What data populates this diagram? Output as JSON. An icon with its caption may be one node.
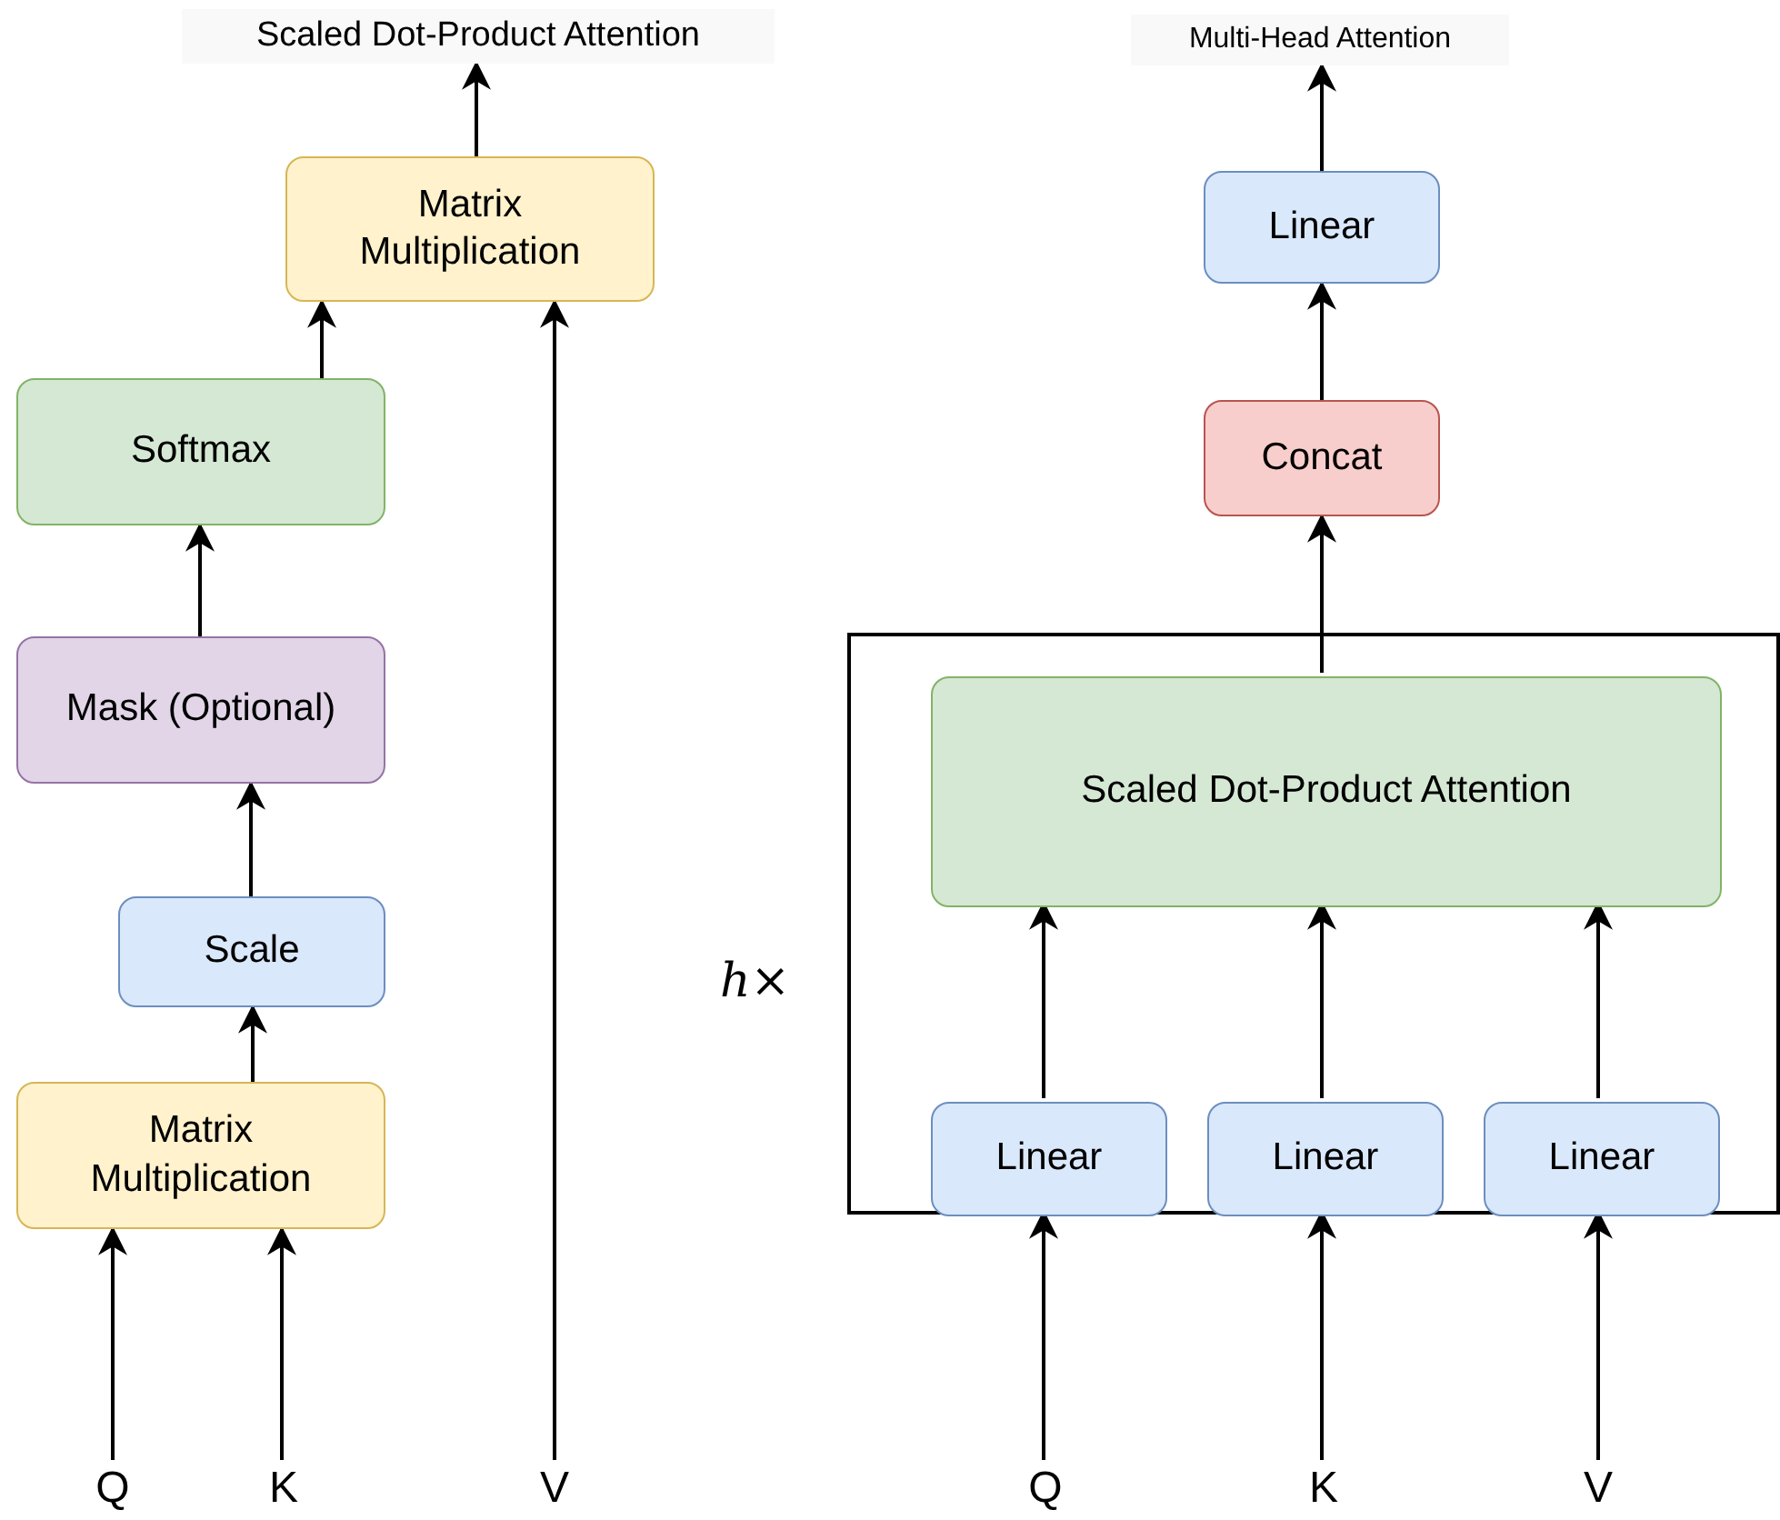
{
  "diagram": {
    "nodes": [
      {
        "text": [
          "Scaled Dot-Product Attention"
        ]
      },
      {
        "text": [
          "Matrix Multiplication"
        ]
      },
      {
        "text": [
          "Softmax"
        ]
      },
      {
        "text": [
          "Mask (Optional)"
        ]
      },
      {
        "text": [
          "Scale"
        ]
      },
      {
        "text": [
          "Matrix Multiplication"
        ]
      },
      {
        "text": [
          "Q"
        ]
      },
      {
        "text": [
          "K"
        ]
      },
      {
        "text": [
          "V"
        ]
      },
      {
        "text": [
          "Multi-Head Attention"
        ]
      },
      {
        "text": [
          "Linear"
        ]
      },
      {
        "text": [
          "Concat"
        ]
      },
      {
        "text": [],
        "shape": "box",
        "beside": [
          "*h*×"
        ]
      },
      {
        "text": [
          "Scaled Dot-Product Attention"
        ],
        "in": 12
      },
      {
        "text": [
          "Linear"
        ],
        "in": 12
      },
      {
        "text": [
          "Linear"
        ],
        "in": 12
      },
      {
        "text": [
          "Linear"
        ],
        "in": 12
      },
      {
        "text": [
          "Q"
        ]
      },
      {
        "text": [
          "K"
        ]
      },
      {
        "text": [
          "V"
        ]
      }
    ],
    "edges": [
      {
        "from": 6,
        "to": 5,
        "arrow": "to"
      },
      {
        "from": 7,
        "to": 5,
        "arrow": "to"
      },
      {
        "from": 5,
        "to": 4,
        "arrow": "to"
      },
      {
        "from": 4,
        "to": 3,
        "arrow": "to"
      },
      {
        "from": 3,
        "to": 2,
        "arrow": "to"
      },
      {
        "from": 2,
        "to": 1,
        "arrow": "to"
      },
      {
        "from": 8,
        "to": 1,
        "arrow": "to"
      },
      {
        "from": 1,
        "to": 0,
        "arrow": "to"
      },
      {
        "from": 17,
        "to": 14,
        "arrow": "to"
      },
      {
        "from": 18,
        "to": 15,
        "arrow": "to"
      },
      {
        "from": 19,
        "to": 16,
        "arrow": "to"
      },
      {
        "from": 14,
        "to": 13,
        "arrow": "to"
      },
      {
        "from": 15,
        "to": 13,
        "arrow": "to"
      },
      {
        "from": 16,
        "to": 13,
        "arrow": "to"
      },
      {
        "from": 13,
        "to": 11,
        "arrow": "to"
      },
      {
        "from": 11,
        "to": 10,
        "arrow": "to"
      },
      {
        "from": 10,
        "to": 9,
        "arrow": "to"
      }
    ]
  }
}
